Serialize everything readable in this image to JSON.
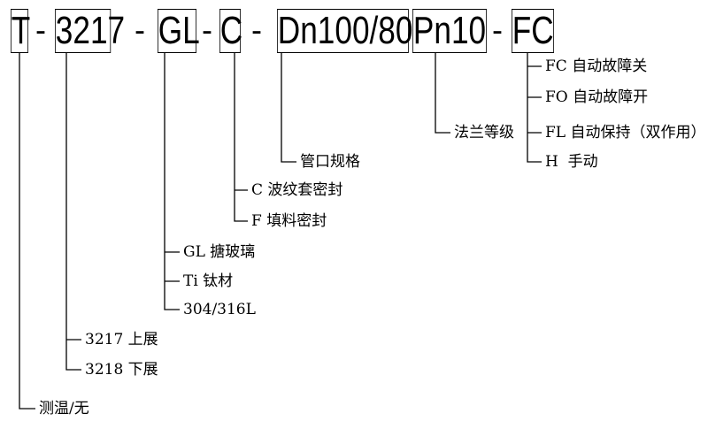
{
  "code_segments": [
    "T",
    "3217",
    "GL",
    "C",
    "Dn100/80",
    "Pn10",
    "FC"
  ],
  "separator": "-",
  "options": {
    "temp": [
      "测温/无"
    ],
    "model": [
      "3217 上展",
      "3218 下展"
    ],
    "lining": [
      "GL 搪玻璃",
      "Ti 钛材",
      "304/316L"
    ],
    "seal": [
      "C 波纹套密封",
      "F 填料密封"
    ],
    "size": [
      "管口规格"
    ],
    "pressure": [
      "法兰等级"
    ],
    "actuator": [
      "FC 自动故障关",
      "FO 自动故障开",
      "FL 自动保持（双作用）",
      "H  手动"
    ]
  }
}
